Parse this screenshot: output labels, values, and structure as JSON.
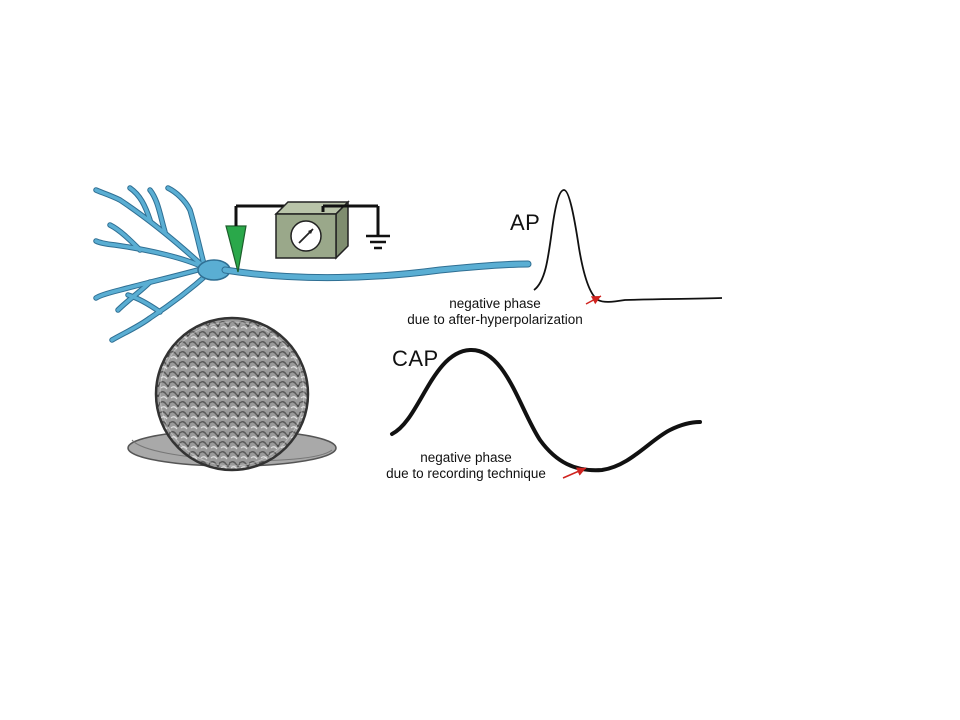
{
  "top_panel": {
    "trace_label": "AP",
    "annotation_line1": "negative phase",
    "annotation_line2": "due to after-hyperpolarization"
  },
  "bottom_panel": {
    "trace_label": "CAP",
    "annotation_line1": "negative phase",
    "annotation_line2": "due to recording technique"
  },
  "colors": {
    "neuron": "#5aaed3",
    "neuron_edge": "#2f6f93",
    "electrode_fill": "#2aa84a",
    "meter_body": "#9aa88a",
    "arrow": "#d0231f",
    "trace": "#111111"
  }
}
